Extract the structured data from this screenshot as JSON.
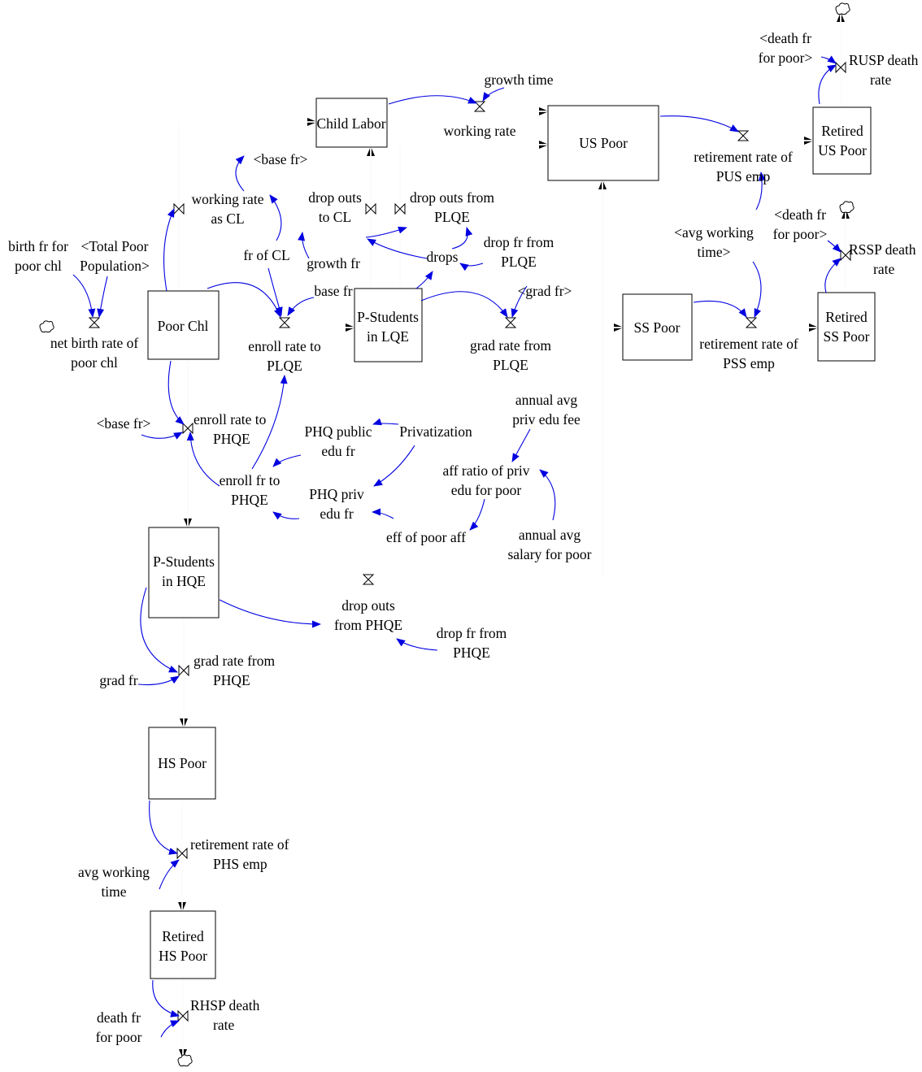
{
  "colors": {
    "link": "#0000e0",
    "stroke": "#000000",
    "background": "#ffffff"
  },
  "stocks": {
    "child_labor": "Child Labor",
    "us_poor": "US Poor",
    "retired_us_poor": [
      "Retired",
      "US Poor"
    ],
    "poor_chl": "Poor Chl",
    "p_students_lqe": [
      "P-Students",
      "in LQE"
    ],
    "ss_poor": "SS Poor",
    "retired_ss_poor": [
      "Retired",
      "SS Poor"
    ],
    "p_students_hqe": [
      "P-Students",
      "in HQE"
    ],
    "hs_poor": "HS Poor",
    "retired_hs_poor": [
      "Retired",
      "HS Poor"
    ]
  },
  "flows": {
    "net_birth": [
      "net birth rate of",
      "poor chl"
    ],
    "working_rate_cl": [
      "working rate",
      "as CL"
    ],
    "working_rate": "working rate",
    "enroll_plqe": [
      "enroll rate to",
      "PLQE"
    ],
    "drop_outs_cl": [
      "drop outs",
      "to CL"
    ],
    "drop_outs_plqe": [
      "drop outs from",
      "PLQE"
    ],
    "grad_plqe": [
      "grad rate from",
      "PLQE"
    ],
    "retirement_pus": [
      "retirement rate of",
      "PUS emp"
    ],
    "retirement_pss": [
      "retirement rate of",
      "PSS emp"
    ],
    "rusp_death": [
      "RUSP death",
      "rate"
    ],
    "rssp_death": [
      "RSSP death",
      "rate"
    ],
    "enroll_phqe": [
      "enroll rate to",
      "PHQE"
    ],
    "drop_outs_phqe": [
      "drop outs",
      "from PHQE"
    ],
    "grad_phqe": [
      "grad rate from",
      "PHQE"
    ],
    "retirement_phs": [
      "retirement rate of",
      "PHS emp"
    ],
    "rhsp_death": [
      "RHSP death",
      "rate"
    ]
  },
  "variables": {
    "birth_fr": [
      "birth fr for",
      "poor chl"
    ],
    "total_poor_pop": [
      "<Total Poor",
      "Population>"
    ],
    "base_fr_shadow_top": "<base fr>",
    "fr_of_cl": "fr of CL",
    "growth_fr": "growth fr",
    "base_fr": "base fr",
    "drops": "drops",
    "drop_fr_plqe": [
      "drop fr from",
      "PLQE"
    ],
    "growth_time": "growth time",
    "grad_fr_shadow": "<grad fr>",
    "death_fr_shadow_top": [
      "<death fr",
      "for poor>"
    ],
    "avg_working_time_shadow": [
      "<avg working",
      "time>"
    ],
    "death_fr_shadow_mid": [
      "<death fr",
      "for poor>"
    ],
    "base_fr_shadow_left": "<base fr>",
    "phq_public": [
      "PHQ public",
      "edu fr"
    ],
    "privatization": "Privatization",
    "enroll_fr_phqe": [
      "enroll fr to",
      "PHQE"
    ],
    "phq_priv": [
      "PHQ priv",
      "edu fr"
    ],
    "annual_fee": [
      "annual avg",
      "priv edu fee"
    ],
    "aff_ratio": [
      "aff ratio of priv",
      "edu for poor"
    ],
    "eff_poor_aff": "eff of poor aff",
    "annual_salary": [
      "annual avg",
      "salary for poor"
    ],
    "drop_fr_phqe": [
      "drop fr from",
      "PHQE"
    ],
    "grad_fr": "grad fr",
    "avg_working_time": [
      "avg working",
      "time"
    ],
    "death_fr": [
      "death fr",
      "for poor"
    ]
  }
}
